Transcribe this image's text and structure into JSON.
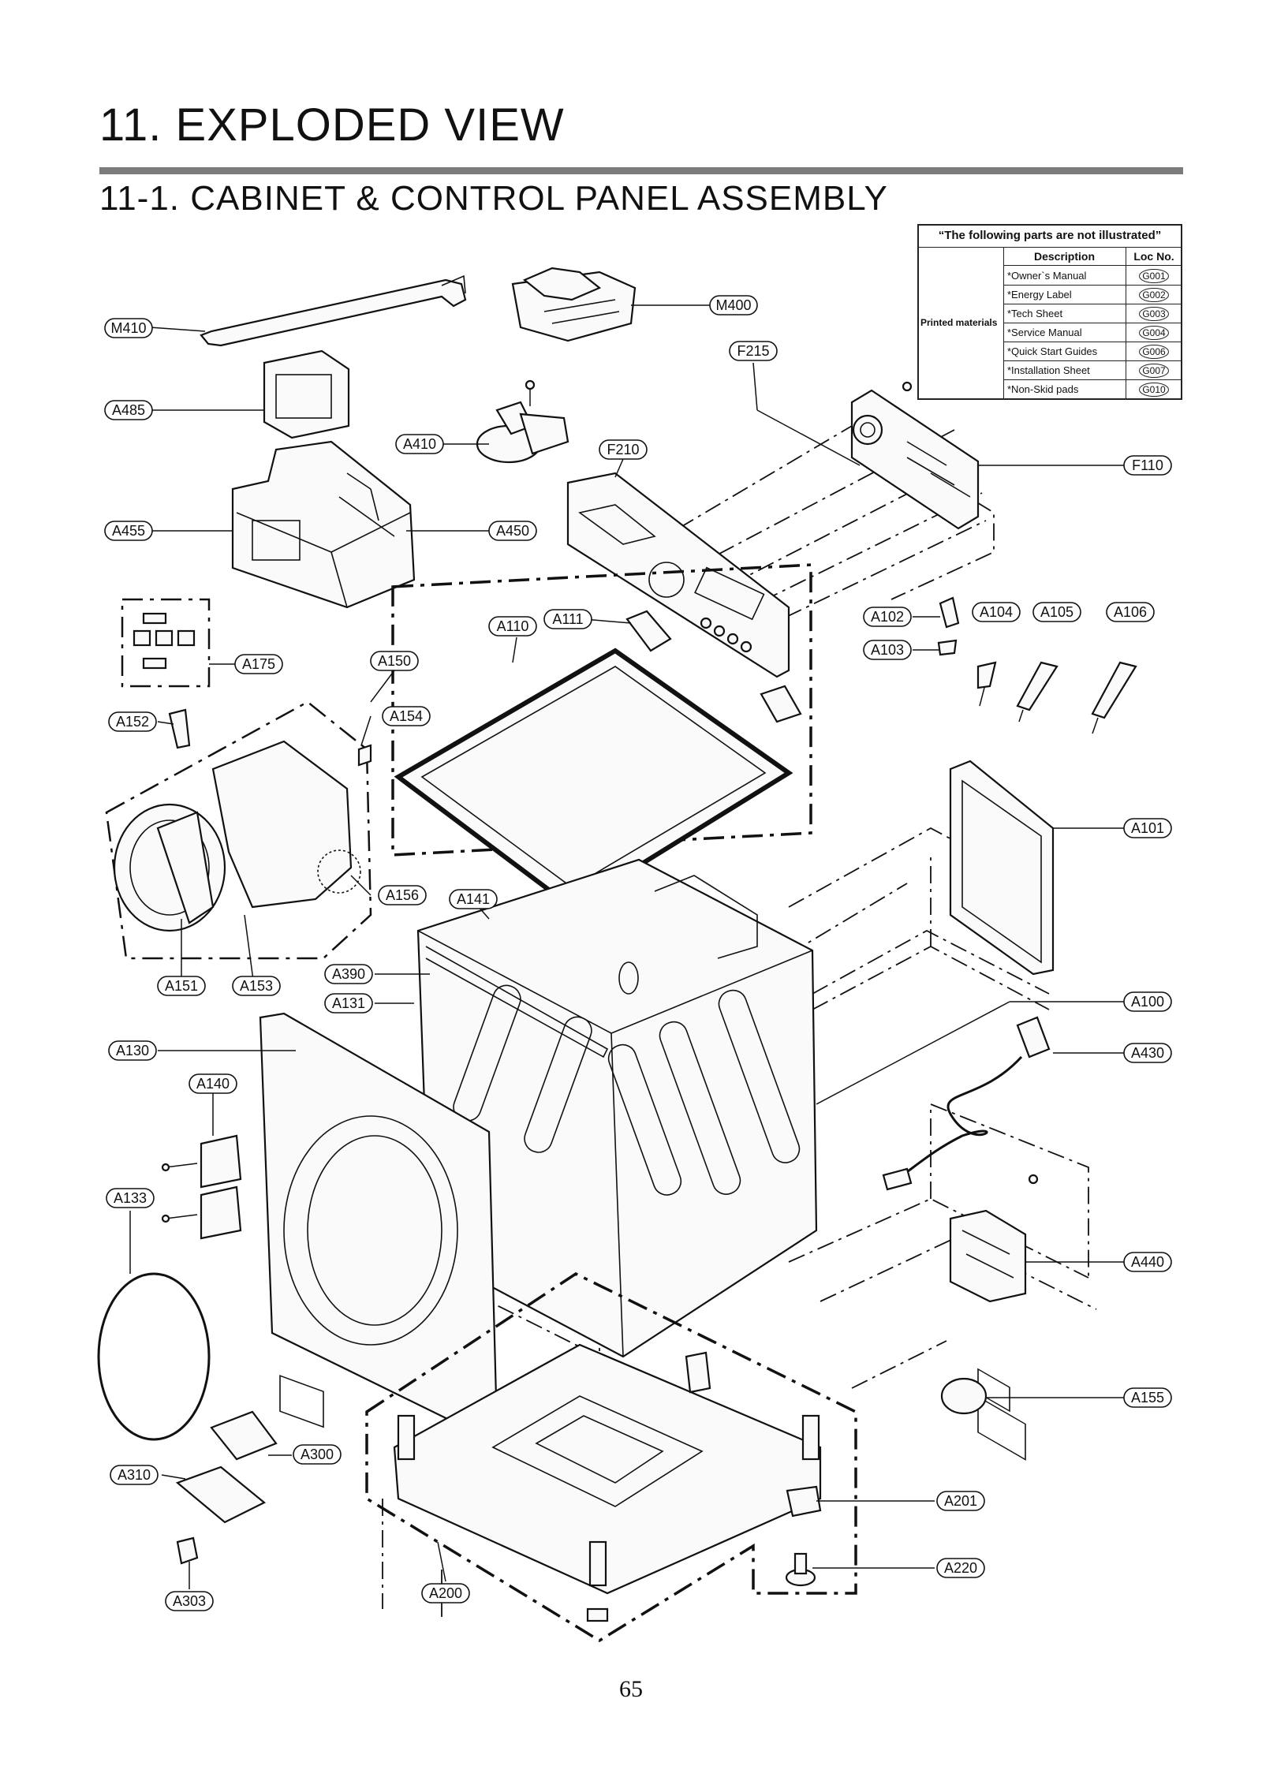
{
  "page": {
    "section_title": "11. EXPLODED VIEW",
    "subsection_title": "11-1. CABINET  & CONTROL PANEL ASSEMBLY",
    "page_number": "65"
  },
  "parts_table": {
    "caption": "“The following parts are not illustrated”",
    "col_description": "Description",
    "col_loc": "Loc No.",
    "group_label": "Printed materials",
    "rows": [
      {
        "description": "*Owner`s Manual",
        "loc": "G001"
      },
      {
        "description": "*Energy Label",
        "loc": "G002"
      },
      {
        "description": "*Tech Sheet",
        "loc": "G003"
      },
      {
        "description": "*Service Manual",
        "loc": "G004"
      },
      {
        "description": "*Quick Start Guides",
        "loc": "G006"
      },
      {
        "description": "*Installation Sheet",
        "loc": "G007"
      },
      {
        "description": "*Non-Skid pads",
        "loc": "G010"
      }
    ]
  },
  "callouts": {
    "M410": "M410",
    "M400": "M400",
    "F215": "F215",
    "A485": "A485",
    "A410": "A410",
    "F210": "F210",
    "F110": "F110",
    "A455": "A455",
    "A450": "A450",
    "A175": "A175",
    "A110": "A110",
    "A111": "A111",
    "A102": "A102",
    "A103": "A103",
    "A104": "A104",
    "A105": "A105",
    "A106": "A106",
    "A150": "A150",
    "A152": "A152",
    "A154": "A154",
    "A101": "A101",
    "A156": "A156",
    "A141": "A141",
    "A151": "A151",
    "A153": "A153",
    "A390": "A390",
    "A131": "A131",
    "A100": "A100",
    "A130": "A130",
    "A430": "A430",
    "A140": "A140",
    "A133": "A133",
    "A440": "A440",
    "A155": "A155",
    "A300": "A300",
    "A310": "A310",
    "A201": "A201",
    "A220": "A220",
    "A303": "A303",
    "A200": "A200"
  }
}
